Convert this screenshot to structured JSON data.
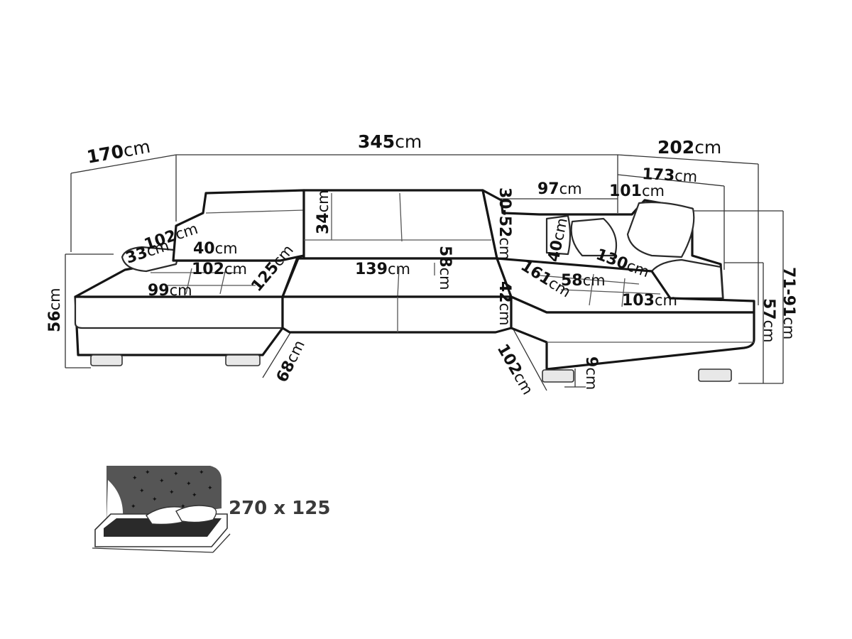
{
  "dimensions": [
    {
      "id": "top-left-depth",
      "value": "170",
      "unit": "cm",
      "big": true
    },
    {
      "id": "total-width",
      "value": "345",
      "unit": "cm",
      "big": true
    },
    {
      "id": "top-right-depth",
      "value": "202",
      "unit": "cm",
      "big": true
    },
    {
      "id": "right-chaise-length",
      "value": "173",
      "unit": "cm"
    },
    {
      "id": "right-top-width",
      "value": "97",
      "unit": "cm"
    },
    {
      "id": "right-upper-depth",
      "value": "101",
      "unit": "cm"
    },
    {
      "id": "backrest-height",
      "value": "34",
      "unit": "cm"
    },
    {
      "id": "headrest-adjust",
      "value": "30-52",
      "unit": "cm"
    },
    {
      "id": "left-chaise-depth",
      "value": "102",
      "unit": "cm"
    },
    {
      "id": "left-cushion",
      "value": "40",
      "unit": "cm"
    },
    {
      "id": "left-armrest",
      "value": "33",
      "unit": "cm"
    },
    {
      "id": "left-seat-width",
      "value": "102",
      "unit": "cm"
    },
    {
      "id": "left-seat-depth",
      "value": "125",
      "unit": "cm"
    },
    {
      "id": "middle-seat-width",
      "value": "139",
      "unit": "cm"
    },
    {
      "id": "middle-seat-depth",
      "value": "58",
      "unit": "cm"
    },
    {
      "id": "right-cushion",
      "value": "40",
      "unit": "cm"
    },
    {
      "id": "right-chaise-seat",
      "value": "130",
      "unit": "cm"
    },
    {
      "id": "right-inner-length",
      "value": "161",
      "unit": "cm"
    },
    {
      "id": "right-seat-depth",
      "value": "58",
      "unit": "cm"
    },
    {
      "id": "right-seat-width",
      "value": "103",
      "unit": "cm"
    },
    {
      "id": "left-seat-length",
      "value": "99",
      "unit": "cm"
    },
    {
      "id": "left-height",
      "value": "56",
      "unit": "cm"
    },
    {
      "id": "seat-height",
      "value": "42",
      "unit": "cm"
    },
    {
      "id": "total-height",
      "value": "71-91",
      "unit": "cm"
    },
    {
      "id": "right-height",
      "value": "57",
      "unit": "cm"
    },
    {
      "id": "left-front-depth",
      "value": "68",
      "unit": "cm"
    },
    {
      "id": "right-front-depth",
      "value": "102",
      "unit": "cm"
    },
    {
      "id": "leg-height",
      "value": "9",
      "unit": "cm"
    }
  ],
  "bed": {
    "size": "270 x 125"
  },
  "colors": {
    "outline": "#2a2a2a",
    "bed_fill": "#2a2a2a",
    "night_panel": "#555555"
  }
}
